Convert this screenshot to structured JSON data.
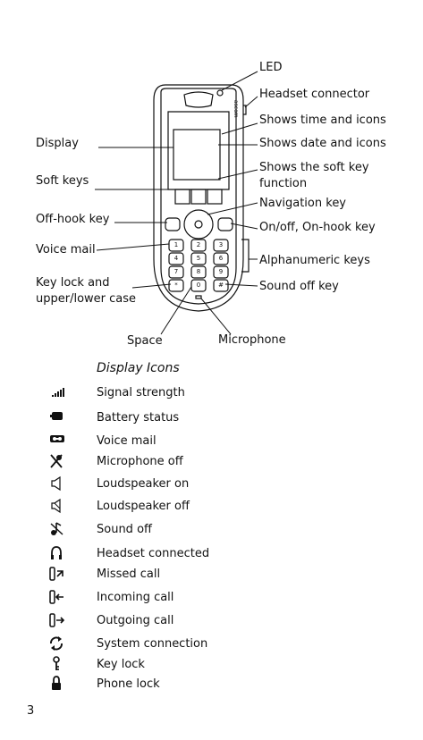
{
  "diagram": {
    "labels": {
      "led": "LED",
      "headset_connector": "Headset connector",
      "shows_time": "Shows time and icons",
      "shows_date": "Shows date and icons",
      "shows_softkey": "Shows the soft key function",
      "navigation_key": "Navigation key",
      "onoff_key": "On/off, On-hook key",
      "alnum_keys": "Alphanumeric keys",
      "sound_off_key": "Sound off key",
      "display": "Display",
      "soft_keys": "Soft keys",
      "offhook_key": "Off-hook key",
      "voice_mail": "Voice mail",
      "key_lock": "Key lock and upper/lower case",
      "space": "Space",
      "microphone": "Microphone"
    },
    "phone_brand": "ascom",
    "keypad": [
      "1",
      "2",
      "3",
      "4",
      "5",
      "6",
      "7",
      "8",
      "9",
      "*",
      "0",
      "#"
    ]
  },
  "display_icons": {
    "title": "Display Icons",
    "items": [
      {
        "icon": "signal-strength-icon",
        "label": "Signal strength"
      },
      {
        "icon": "battery-icon",
        "label": "Battery status"
      },
      {
        "icon": "voicemail-icon",
        "label": "Voice mail"
      },
      {
        "icon": "microphone-off-icon",
        "label": "Microphone off"
      },
      {
        "icon": "loudspeaker-on-icon",
        "label": "Loudspeaker on"
      },
      {
        "icon": "loudspeaker-off-icon",
        "label": "Loudspeaker off"
      },
      {
        "icon": "sound-off-icon",
        "label": "Sound off"
      },
      {
        "icon": "headset-icon",
        "label": "Headset connected"
      },
      {
        "icon": "missed-call-icon",
        "label": "Missed call"
      },
      {
        "icon": "incoming-call-icon",
        "label": "Incoming call"
      },
      {
        "icon": "outgoing-call-icon",
        "label": "Outgoing call"
      },
      {
        "icon": "system-connection-icon",
        "label": "System connection"
      },
      {
        "icon": "key-lock-icon",
        "label": "Key lock"
      },
      {
        "icon": "phone-lock-icon",
        "label": "Phone lock"
      }
    ]
  },
  "page_number": "3"
}
